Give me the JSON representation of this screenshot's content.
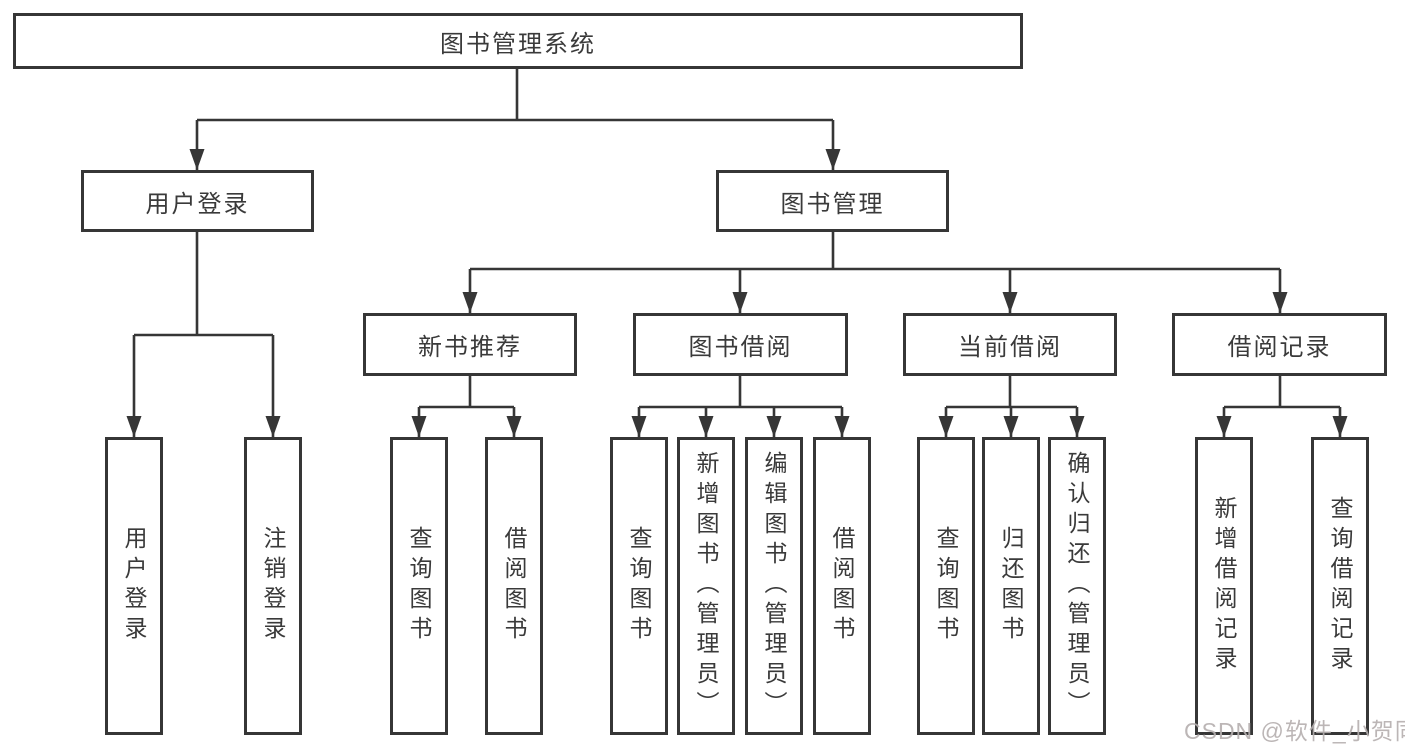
{
  "diagram": {
    "root": {
      "label": "图书管理系统"
    },
    "branches": [
      {
        "label": "用户登录",
        "children": [
          {
            "label": "用户登录"
          },
          {
            "label": "注销登录"
          }
        ]
      },
      {
        "label": "图书管理",
        "children": [
          {
            "label": "新书推荐",
            "children": [
              {
                "label": "查询图书"
              },
              {
                "label": "借阅图书"
              }
            ]
          },
          {
            "label": "图书借阅",
            "children": [
              {
                "label": "查询图书"
              },
              {
                "label": "新增图书（管理员）"
              },
              {
                "label": "编辑图书（管理员）"
              },
              {
                "label": "借阅图书"
              }
            ]
          },
          {
            "label": "当前借阅",
            "children": [
              {
                "label": "查询图书"
              },
              {
                "label": "归还图书"
              },
              {
                "label": "确认归还（管理员）"
              }
            ]
          },
          {
            "label": "借阅记录",
            "children": [
              {
                "label": "新增借阅记录"
              },
              {
                "label": "查询借阅记录"
              }
            ]
          }
        ]
      }
    ]
  },
  "watermark": {
    "text": "CSDN @软件_小贺同学"
  },
  "colors": {
    "line": "#363636",
    "box_border": "#363636",
    "box_fill": "#ffffff",
    "text": "#3a3a3a",
    "watermark": "#b5afaf",
    "background": "#ffffff"
  }
}
